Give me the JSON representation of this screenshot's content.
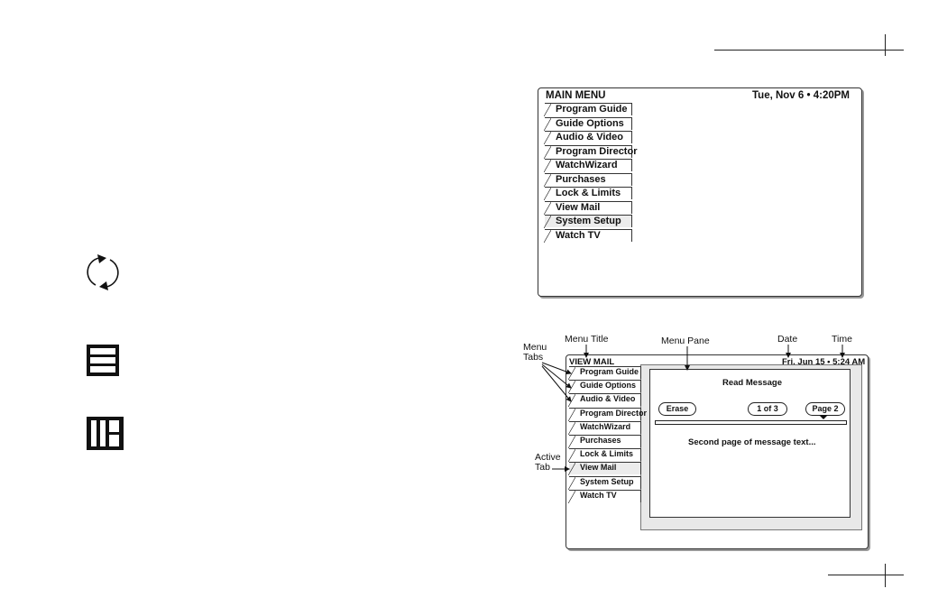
{
  "main_menu": {
    "title": "MAIN MENU",
    "datetime": "Tue, Nov 6 • 4:20PM",
    "tabs": [
      "Program Guide",
      "Guide Options",
      "Audio & Video",
      "Program Director",
      "WatchWizard",
      "Purchases",
      "Lock & Limits",
      "View Mail",
      "System Setup",
      "Watch TV"
    ],
    "active_index": 8
  },
  "view_mail": {
    "title": "VIEW MAIL",
    "datetime": "Fri, Jun 15 • 5:24 AM",
    "tabs": [
      "Program Guide",
      "Guide Options",
      "Audio & Video",
      "Program Director",
      "WatchWizard",
      "Purchases",
      "Lock & Limits",
      "View Mail",
      "System Setup",
      "Watch TV"
    ],
    "active_index": 7,
    "pane": {
      "heading": "Read Message",
      "erase_label": "Erase",
      "counter_label": "1 of 3",
      "page_label": "Page 2",
      "body_text": "Second page of message text..."
    }
  },
  "callouts": {
    "menu_tabs": "Menu\nTabs",
    "menu_title": "Menu Title",
    "menu_pane": "Menu Pane",
    "date": "Date",
    "time": "Time",
    "active_tab": "Active\nTab"
  },
  "icons": [
    "refresh-cycle-icon",
    "list-view-icon",
    "grid-view-icon"
  ]
}
